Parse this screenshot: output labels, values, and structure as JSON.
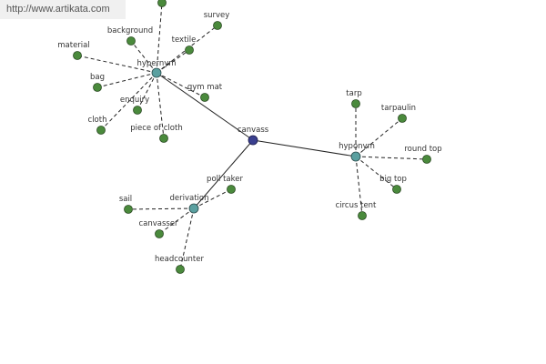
{
  "site_url": "http://www.artikata.com",
  "colors": {
    "root": "#3a3f8f",
    "relation": "#5aa0a0",
    "leaf": "#4a8a3c",
    "edge": "#222222"
  },
  "graph": {
    "root": {
      "id": "canvass",
      "label": "canvass"
    },
    "relations": [
      {
        "id": "hypernym",
        "label": "hypernym"
      },
      {
        "id": "hyponym",
        "label": "hyponym"
      },
      {
        "id": "derivation",
        "label": "derivation"
      }
    ],
    "leaves": [
      {
        "id": "top-cut",
        "label": "",
        "parent": "hypernym"
      },
      {
        "id": "survey",
        "label": "survey",
        "parent": "hypernym"
      },
      {
        "id": "background",
        "label": "background",
        "parent": "hypernym"
      },
      {
        "id": "textile",
        "label": "textile",
        "parent": "hypernym"
      },
      {
        "id": "material",
        "label": "material",
        "parent": "hypernym"
      },
      {
        "id": "bag",
        "label": "bag",
        "parent": "hypernym"
      },
      {
        "id": "gym-mat",
        "label": "gym mat",
        "parent": "hypernym"
      },
      {
        "id": "enquiry",
        "label": "enquiry",
        "parent": "hypernym"
      },
      {
        "id": "cloth",
        "label": "cloth",
        "parent": "hypernym"
      },
      {
        "id": "piece-of-cloth",
        "label": "piece of cloth",
        "parent": "hypernym"
      },
      {
        "id": "tarp",
        "label": "tarp",
        "parent": "hyponym"
      },
      {
        "id": "tarpaulin",
        "label": "tarpaulin",
        "parent": "hyponym"
      },
      {
        "id": "round-top",
        "label": "round top",
        "parent": "hyponym"
      },
      {
        "id": "big-top",
        "label": "big top",
        "parent": "hyponym"
      },
      {
        "id": "circus-tent",
        "label": "circus tent",
        "parent": "hyponym"
      },
      {
        "id": "poll-taker",
        "label": "poll taker",
        "parent": "derivation"
      },
      {
        "id": "sail",
        "label": "sail",
        "parent": "derivation"
      },
      {
        "id": "canvasser",
        "label": "canvasser",
        "parent": "derivation"
      },
      {
        "id": "headcounter",
        "label": "headcounter",
        "parent": "derivation"
      }
    ]
  }
}
